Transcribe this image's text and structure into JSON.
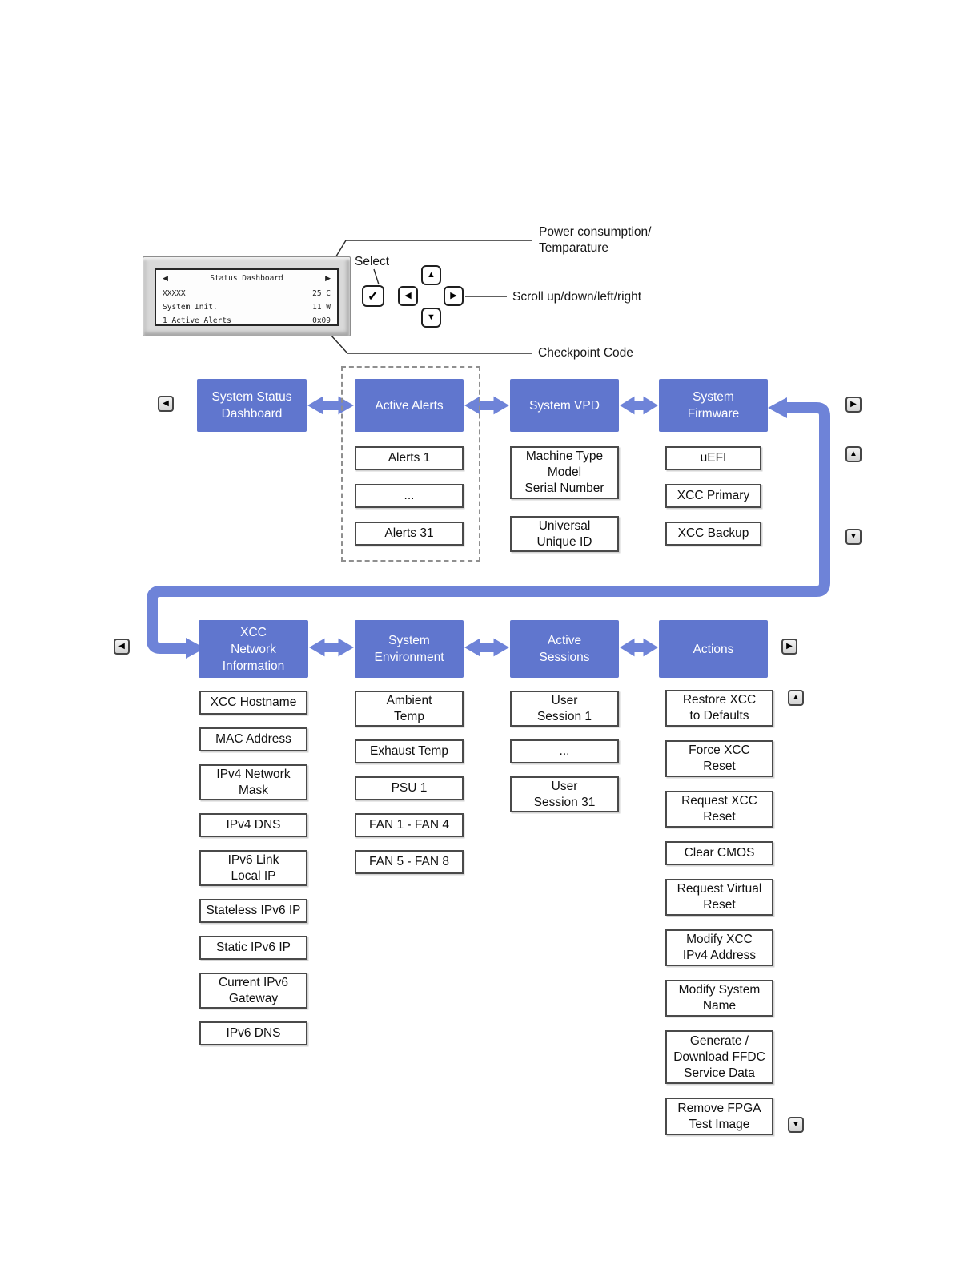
{
  "colors": {
    "menu_blue": "#6076CE",
    "connector_blue": "#6E83D8"
  },
  "icons": {
    "left": "◀",
    "right": "▶",
    "up": "▲",
    "down": "▼",
    "select_check": "✓",
    "ellipsis": "..."
  },
  "lcd": {
    "title": "Status Dashboard",
    "rows": [
      {
        "left": "XXXXX",
        "right": "25 C"
      },
      {
        "left": "System Init.",
        "right": "11 W"
      },
      {
        "left": "1 Active Alerts",
        "right": "0x09"
      }
    ]
  },
  "annotations": {
    "power_temp": "Power consumption/\nTemparature",
    "select": "Select",
    "scroll": "Scroll up/down/left/right",
    "checkpoint": "Checkpoint Code"
  },
  "menus": [
    {
      "title": "System Status\nDashboard",
      "items": []
    },
    {
      "title": "Active Alerts",
      "items": [
        "Alerts 1",
        "...",
        "Alerts 31"
      ]
    },
    {
      "title": "System VPD",
      "items": [
        "Machine Type\nModel\nSerial Number",
        "Universal\nUnique ID"
      ]
    },
    {
      "title": "System\nFirmware",
      "items": [
        "uEFI",
        "XCC Primary",
        "XCC Backup"
      ]
    },
    {
      "title": "XCC\nNetwork\nInformation",
      "items": [
        "XCC Hostname",
        "MAC Address",
        "IPv4 Network\nMask",
        "IPv4 DNS",
        "IPv6 Link\nLocal IP",
        "Stateless IPv6 IP",
        "Static IPv6 IP",
        "Current IPv6\nGateway",
        "IPv6 DNS"
      ]
    },
    {
      "title": "System\nEnvironment",
      "items": [
        "Ambient\nTemp",
        "Exhaust Temp",
        "PSU 1",
        "FAN 1 - FAN 4",
        "FAN 5 - FAN 8"
      ]
    },
    {
      "title": "Active\nSessions",
      "items": [
        "User\nSession 1",
        "...",
        "User\nSession 31"
      ]
    },
    {
      "title": "Actions",
      "items": [
        "Restore XCC\nto Defaults",
        "Force XCC\nReset",
        "Request XCC\nReset",
        "Clear CMOS",
        "Request Virtual\nReset",
        "Modify XCC\nIPv4 Address",
        "Modify System\nName",
        "Generate /\nDownload FFDC\nService Data",
        "Remove FPGA\nTest Image"
      ]
    }
  ]
}
